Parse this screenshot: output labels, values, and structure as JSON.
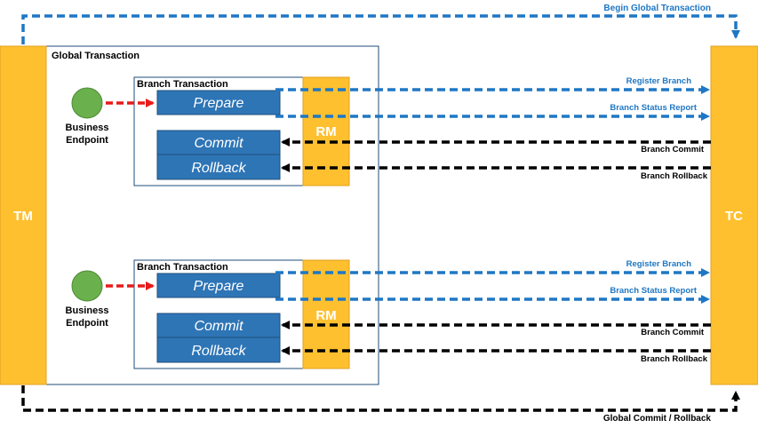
{
  "colors": {
    "orange": "#FFC02F",
    "orange_stroke": "#E0A020",
    "blue_box": "#2E75B6",
    "blue_box_stroke": "#1F4E79",
    "blue_arrow": "#1F77C4",
    "black_arrow": "#000000",
    "red_arrow": "#E81A1A",
    "green_circle": "#6AB04C",
    "frame_border": "#1F4E79"
  },
  "tm": {
    "label": "TM"
  },
  "tc": {
    "label": "TC"
  },
  "global_transaction": {
    "label": "Global Transaction"
  },
  "top_arrow": {
    "label": "Begin Global Transaction"
  },
  "bottom_arrow": {
    "label": "Global Commit / Rollback"
  },
  "branches": [
    {
      "title": "Branch Transaction",
      "endpoint_label_line1": "Business",
      "endpoint_label_line2": "Endpoint",
      "prepare": "Prepare",
      "commit": "Commit",
      "rollback": "Rollback",
      "rm": "RM",
      "register": "Register Branch",
      "status_report": "Branch Status Report",
      "branch_commit": "Branch Commit",
      "branch_rollback": "Branch Rollback"
    },
    {
      "title": "Branch Transaction",
      "endpoint_label_line1": "Business",
      "endpoint_label_line2": "Endpoint",
      "prepare": "Prepare",
      "commit": "Commit",
      "rollback": "Rollback",
      "rm": "RM",
      "register": "Register Branch",
      "status_report": "Branch Status Report",
      "branch_commit": "Branch Commit",
      "branch_rollback": "Branch Rollback"
    }
  ]
}
